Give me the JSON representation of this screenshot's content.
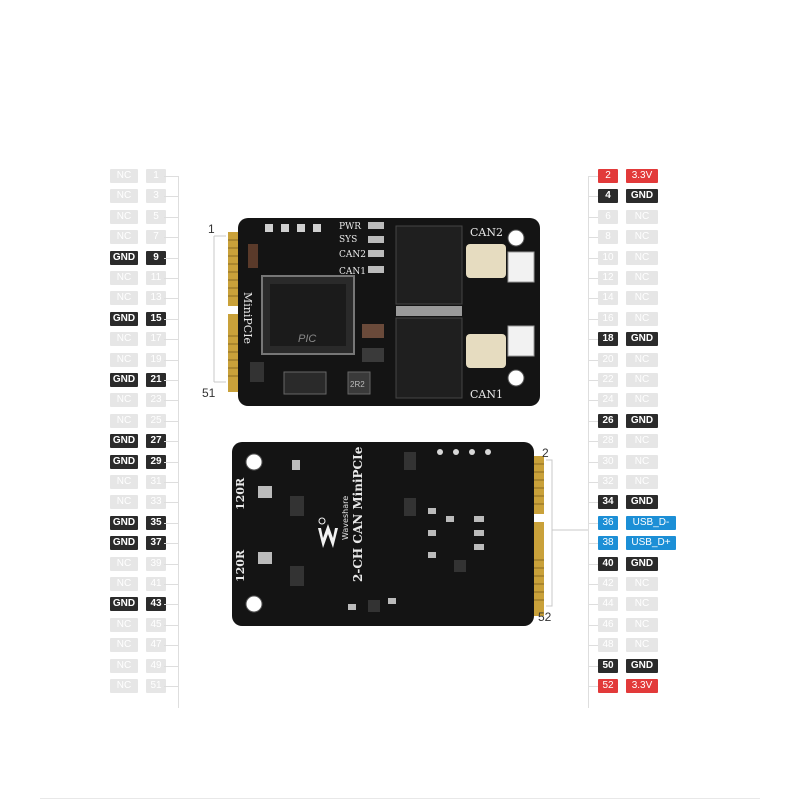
{
  "left_pins": [
    {
      "name": "NC",
      "num": "1",
      "type": "nc"
    },
    {
      "name": "NC",
      "num": "3",
      "type": "nc"
    },
    {
      "name": "NC",
      "num": "5",
      "type": "nc"
    },
    {
      "name": "NC",
      "num": "7",
      "type": "nc"
    },
    {
      "name": "GND",
      "num": "9",
      "type": "gnd"
    },
    {
      "name": "NC",
      "num": "11",
      "type": "nc"
    },
    {
      "name": "NC",
      "num": "13",
      "type": "nc"
    },
    {
      "name": "GND",
      "num": "15",
      "type": "gnd"
    },
    {
      "name": "NC",
      "num": "17",
      "type": "nc"
    },
    {
      "name": "NC",
      "num": "19",
      "type": "nc"
    },
    {
      "name": "GND",
      "num": "21",
      "type": "gnd"
    },
    {
      "name": "NC",
      "num": "23",
      "type": "nc"
    },
    {
      "name": "NC",
      "num": "25",
      "type": "nc"
    },
    {
      "name": "GND",
      "num": "27",
      "type": "gnd"
    },
    {
      "name": "GND",
      "num": "29",
      "type": "gnd"
    },
    {
      "name": "NC",
      "num": "31",
      "type": "nc"
    },
    {
      "name": "NC",
      "num": "33",
      "type": "nc"
    },
    {
      "name": "GND",
      "num": "35",
      "type": "gnd"
    },
    {
      "name": "GND",
      "num": "37",
      "type": "gnd"
    },
    {
      "name": "NC",
      "num": "39",
      "type": "nc"
    },
    {
      "name": "NC",
      "num": "41",
      "type": "nc"
    },
    {
      "name": "GND",
      "num": "43",
      "type": "gnd"
    },
    {
      "name": "NC",
      "num": "45",
      "type": "nc"
    },
    {
      "name": "NC",
      "num": "47",
      "type": "nc"
    },
    {
      "name": "NC",
      "num": "49",
      "type": "nc"
    },
    {
      "name": "NC",
      "num": "51",
      "type": "nc"
    }
  ],
  "right_pins": [
    {
      "num": "2",
      "name": "3.3V",
      "type": "pwr"
    },
    {
      "num": "4",
      "name": "GND",
      "type": "gnd"
    },
    {
      "num": "6",
      "name": "NC",
      "type": "nc"
    },
    {
      "num": "8",
      "name": "NC",
      "type": "nc"
    },
    {
      "num": "10",
      "name": "NC",
      "type": "nc"
    },
    {
      "num": "12",
      "name": "NC",
      "type": "nc"
    },
    {
      "num": "14",
      "name": "NC",
      "type": "nc"
    },
    {
      "num": "16",
      "name": "NC",
      "type": "nc"
    },
    {
      "num": "18",
      "name": "GND",
      "type": "gnd"
    },
    {
      "num": "20",
      "name": "NC",
      "type": "nc"
    },
    {
      "num": "22",
      "name": "NC",
      "type": "nc"
    },
    {
      "num": "24",
      "name": "NC",
      "type": "nc"
    },
    {
      "num": "26",
      "name": "GND",
      "type": "gnd"
    },
    {
      "num": "28",
      "name": "NC",
      "type": "nc"
    },
    {
      "num": "30",
      "name": "NC",
      "type": "nc"
    },
    {
      "num": "32",
      "name": "NC",
      "type": "nc"
    },
    {
      "num": "34",
      "name": "GND",
      "type": "gnd"
    },
    {
      "num": "36",
      "name": "USB_D-",
      "type": "usb"
    },
    {
      "num": "38",
      "name": "USB_D+",
      "type": "usb"
    },
    {
      "num": "40",
      "name": "GND",
      "type": "gnd"
    },
    {
      "num": "42",
      "name": "NC",
      "type": "nc"
    },
    {
      "num": "44",
      "name": "NC",
      "type": "nc"
    },
    {
      "num": "46",
      "name": "NC",
      "type": "nc"
    },
    {
      "num": "48",
      "name": "NC",
      "type": "nc"
    },
    {
      "num": "50",
      "name": "GND",
      "type": "gnd"
    },
    {
      "num": "52",
      "name": "3.3V",
      "type": "pwr"
    }
  ],
  "callouts": {
    "front_top": "1",
    "front_bottom": "51",
    "back_top": "2",
    "back_bottom": "52"
  },
  "front_board": {
    "leds": [
      "PWR",
      "SYS",
      "CAN2",
      "CAN1"
    ],
    "can_top": "CAN2",
    "can_bottom": "CAN1",
    "edge_label": "MiniPCIe",
    "chip_brand": "PIC",
    "inductor": "2R2"
  },
  "back_board": {
    "product_name": "2-CH CAN MiniPCIe",
    "brand": "Waveshare",
    "resistor_1": "120R",
    "resistor_2": "120R"
  },
  "colors": {
    "nc": "#e6e6e6",
    "gnd": "#2b2b2b",
    "pwr": "#e23a3a",
    "usb": "#1c8fd6",
    "pcb": "#141414",
    "gold": "#c9a13a"
  }
}
